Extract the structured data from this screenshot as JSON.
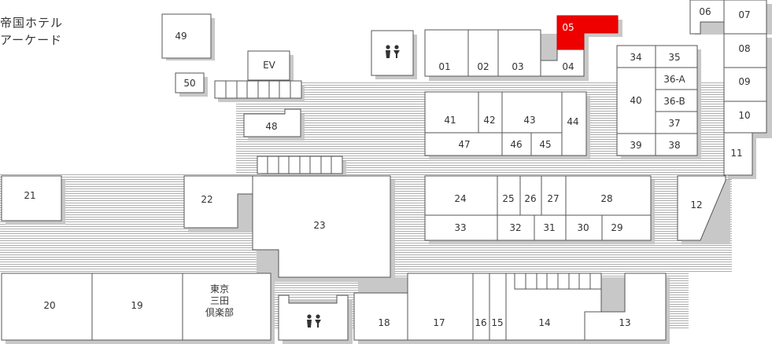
{
  "title": [
    "帝国ホテル",
    "アーケード"
  ],
  "colors": {
    "highlight": "#ee0000",
    "corridor": "#8a8a8a",
    "border": "#555555"
  },
  "labels": {
    "s01": "01",
    "s02": "02",
    "s03": "03",
    "s04": "04",
    "s05": "05",
    "s06": "06",
    "s07": "07",
    "s08": "08",
    "s09": "09",
    "s10": "10",
    "s11": "11",
    "s12": "12",
    "s13": "13",
    "s14": "14",
    "s15": "15",
    "s16": "16",
    "s17": "17",
    "s18": "18",
    "s19": "19",
    "s20": "20",
    "s21": "21",
    "s22": "22",
    "s23": "23",
    "s24": "24",
    "s25": "25",
    "s26": "26",
    "s27": "27",
    "s28": "28",
    "s29": "29",
    "s30": "30",
    "s31": "31",
    "s32": "32",
    "s33": "33",
    "s34": "34",
    "s35": "35",
    "s36a": "36-A",
    "s36b": "36-B",
    "s37": "37",
    "s38": "38",
    "s39": "39",
    "s40": "40",
    "s41": "41",
    "s42": "42",
    "s43": "43",
    "s44": "44",
    "s45": "45",
    "s46": "46",
    "s47": "47",
    "s48": "48",
    "s49": "49",
    "s50": "50",
    "ev": "EV",
    "club": [
      "東京",
      "三田",
      "倶楽部"
    ]
  },
  "icons": {
    "restroom_1": "restroom-icon",
    "restroom_2": "restroom-icon"
  }
}
